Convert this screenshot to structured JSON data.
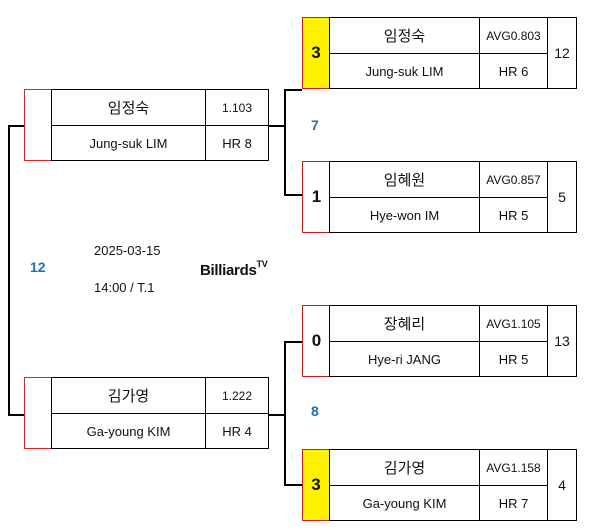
{
  "first_round": {
    "inning_count": "12",
    "top": {
      "name_kr": "임정숙",
      "name_en": "Jung-suk LIM",
      "avg": "1.103",
      "hr": "HR 8"
    },
    "bottom": {
      "name_kr": "김가영",
      "name_en": "Ga-young KIM",
      "avg": "1.222",
      "hr": "HR 4"
    }
  },
  "match_info": {
    "date": "2025-03-15",
    "time_table": "14:00 /  T.1",
    "logo_text": "Billiards",
    "logo_super": "TV"
  },
  "semi_top": {
    "inning_count": "7",
    "player1": {
      "score": "3",
      "winner": true,
      "name_kr": "임정숙",
      "name_en": "Jung-suk LIM",
      "avg": "AVG0.803",
      "hr": "HR 6",
      "total": "12"
    },
    "player2": {
      "score": "1",
      "winner": false,
      "name_kr": "임혜원",
      "name_en": "Hye-won IM",
      "avg": "AVG0.857",
      "hr": "HR 5",
      "total": "5"
    }
  },
  "semi_bottom": {
    "inning_count": "8",
    "player1": {
      "score": "0",
      "winner": false,
      "name_kr": "장혜리",
      "name_en": "Hye-ri JANG",
      "avg": "AVG1.105",
      "hr": "HR 5",
      "total": "13"
    },
    "player2": {
      "score": "3",
      "winner": true,
      "name_kr": "김가영",
      "name_en": "Ga-young KIM",
      "avg": "AVG1.158",
      "hr": "HR 7",
      "total": "4"
    }
  },
  "colors": {
    "winner_fill": "#fff200",
    "bracket_red": "#c42020",
    "inning_blue": "#1f6fb0"
  }
}
